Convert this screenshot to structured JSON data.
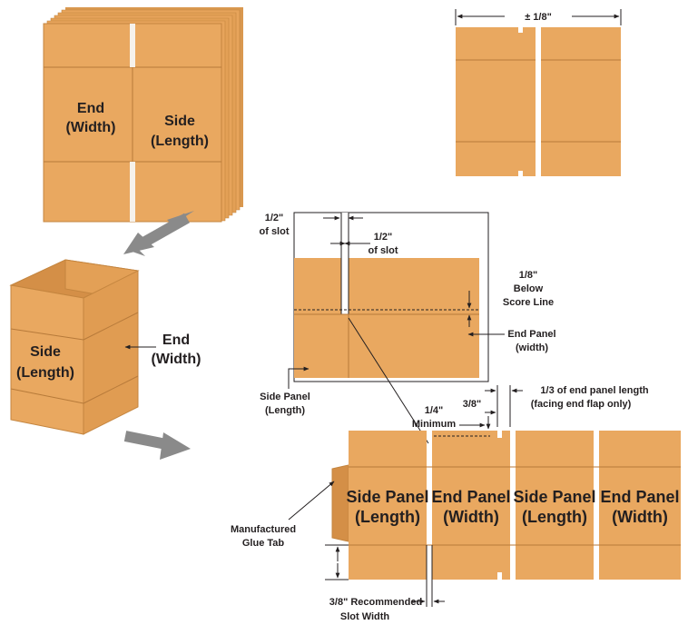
{
  "colors": {
    "cardboard": "#e9a860",
    "cardboard_dark": "#d48f47",
    "cardboard_edge": "#c4853f",
    "arrow": "#8a8a8a",
    "ink": "#231f20"
  },
  "stack": {
    "end_line1": "End",
    "end_line2": "(Width)",
    "side_line1": "Side",
    "side_line2": "(Length)"
  },
  "box": {
    "side_line1": "Side",
    "side_line2": "(Length)",
    "end_line1": "End",
    "end_line2": "(Width)"
  },
  "tolerance": {
    "label": "± 1/8\""
  },
  "detail": {
    "half_slot_1_line1": "1/2\"",
    "half_slot_1_line2": "of slot",
    "half_slot_2_line1": "1/2\"",
    "half_slot_2_line2": "of slot",
    "below_line1": "1/8\"",
    "below_line2": "Below",
    "below_line3": "Score Line",
    "end_panel_line1": "End Panel",
    "end_panel_line2": "(width)",
    "side_panel_line1": "Side Panel",
    "side_panel_line2": "(Length)"
  },
  "blank": {
    "panels": [
      {
        "line1": "Side Panel",
        "line2": "(Length)"
      },
      {
        "line1": "End Panel",
        "line2": "(Width)"
      },
      {
        "line1": "Side Panel",
        "line2": "(Length)"
      },
      {
        "line1": "End Panel",
        "line2": "(Width)"
      }
    ],
    "third_line1": "1/3 of end panel length",
    "third_line2": "(facing end flap only)",
    "three_eighths": "3/8\"",
    "quarter_line1": "1/4\"",
    "quarter_line2": "Minimum",
    "glue_line1": "Manufactured",
    "glue_line2": "Glue Tab",
    "slot_line1": "3/8\" Recommended",
    "slot_line2": "Slot Width"
  }
}
